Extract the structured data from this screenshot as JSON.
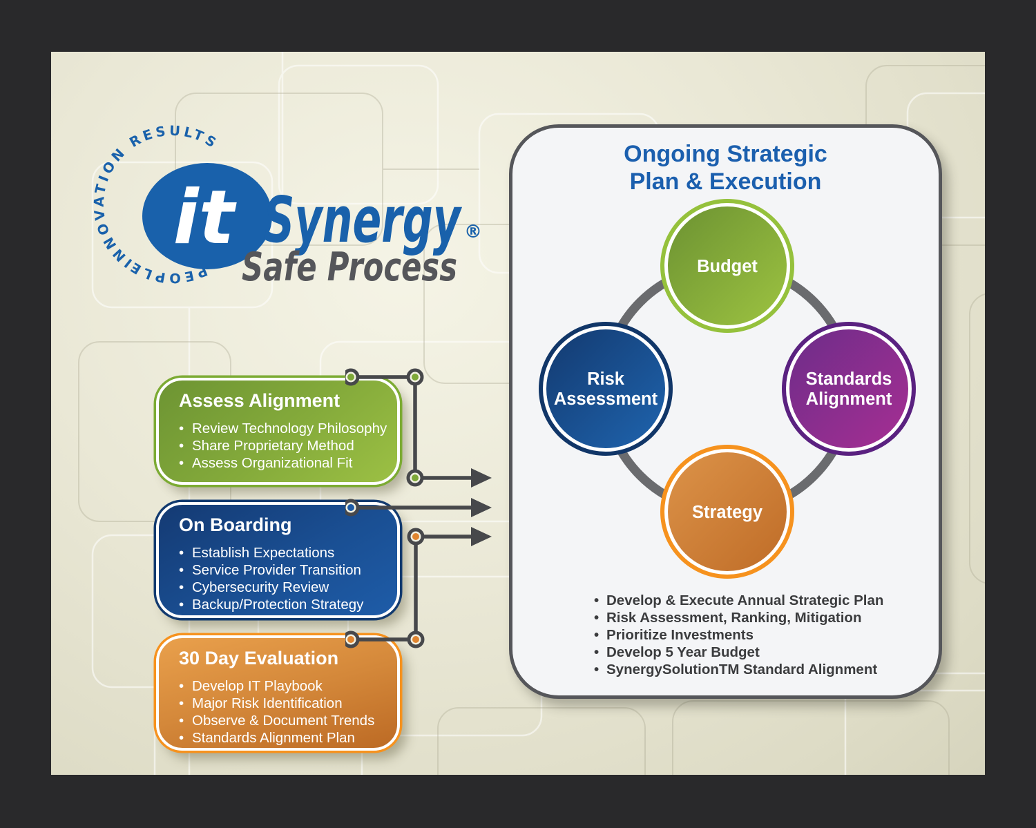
{
  "logo": {
    "arc_words": [
      "PEOPLE",
      "INNOVATION",
      "RESULTS"
    ],
    "brand_prefix": "it",
    "brand_name": "Synergy",
    "registered": "®",
    "tagline": "Safe Process",
    "brand_blue": "#1961ab",
    "tagline_gray": "#55565a"
  },
  "process_boxes": [
    {
      "title": "Assess Alignment",
      "bullets": [
        "Review Technology Philosophy",
        "Share Proprietary Method",
        "Assess Organizational Fit"
      ],
      "border_color": "#7cab33",
      "fill_from": "#6d9433",
      "fill_to": "#9cc044"
    },
    {
      "title": "On Boarding",
      "bullets": [
        "Establish Expectations",
        "Service Provider Transition",
        "Cybersecurity Review",
        "Backup/Protection Strategy"
      ],
      "border_color": "#123a6f",
      "fill_from": "#143a73",
      "fill_to": "#1e5ca8"
    },
    {
      "title": "30 Day Evaluation",
      "bullets": [
        "Develop IT Playbook",
        "Major Risk Identification",
        "Observe & Document Trends",
        "Standards Alignment Plan"
      ],
      "border_color": "#f6921e",
      "fill_from": "#e9a04c",
      "fill_to": "#bc6a24"
    }
  ],
  "connectors": {
    "line_color": "#47484b",
    "node_dot_colors": {
      "green": "#7ea838",
      "blue": "#1e5ba6",
      "orange": "#e08530"
    }
  },
  "panel": {
    "title_line1": "Ongoing Strategic",
    "title_line2": "Plan & Execution",
    "title_color": "#1b5fae",
    "ring_color": "#6a6b6e",
    "cycle": [
      {
        "label": "Budget",
        "lines": [
          "Budget"
        ],
        "border": "#95c13c",
        "fill_from": "#6c9232",
        "fill_to": "#9dc341"
      },
      {
        "label": "Risk Assessment",
        "lines": [
          "Risk",
          "Assessment"
        ],
        "border": "#113668",
        "fill_from": "#133a70",
        "fill_to": "#1f64ae"
      },
      {
        "label": "Standards Alignment",
        "lines": [
          "Standards",
          "Alignment"
        ],
        "border": "#5a2180",
        "fill_from": "#6d2d89",
        "fill_to": "#a62e93"
      },
      {
        "label": "Strategy",
        "lines": [
          "Strategy"
        ],
        "border": "#f6921e",
        "fill_from": "#dc9349",
        "fill_to": "#bf6c27"
      }
    ],
    "bullets": [
      "Develop & Execute Annual Strategic Plan",
      "Risk Assessment, Ranking, Mitigation",
      "Prioritize Investments",
      "Develop 5 Year Budget",
      "SynergySolutionTM Standard Alignment"
    ]
  }
}
